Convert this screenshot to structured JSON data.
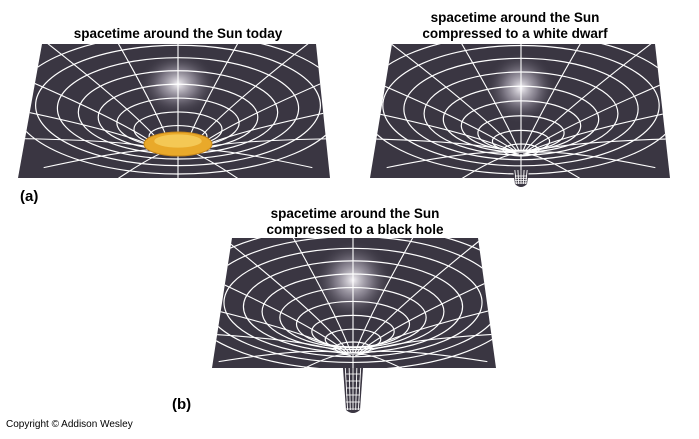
{
  "panel_a_left": {
    "caption": "spacetime around the Sun today"
  },
  "panel_a_right": {
    "caption_line1": "spacetime around the Sun",
    "caption_line2": "compressed to a white dwarf"
  },
  "panel_b": {
    "caption_line1": "spacetime around the Sun",
    "caption_line2": "compressed to a black hole"
  },
  "label_a": "(a)",
  "label_b": "(b)",
  "copyright": "Copyright © Addison Wesley",
  "colors": {
    "sheet": "#3a3642",
    "grid": "#ffffff",
    "sun": "#e9a92a",
    "glow": "#f4f2f6",
    "background": "#ffffff"
  }
}
